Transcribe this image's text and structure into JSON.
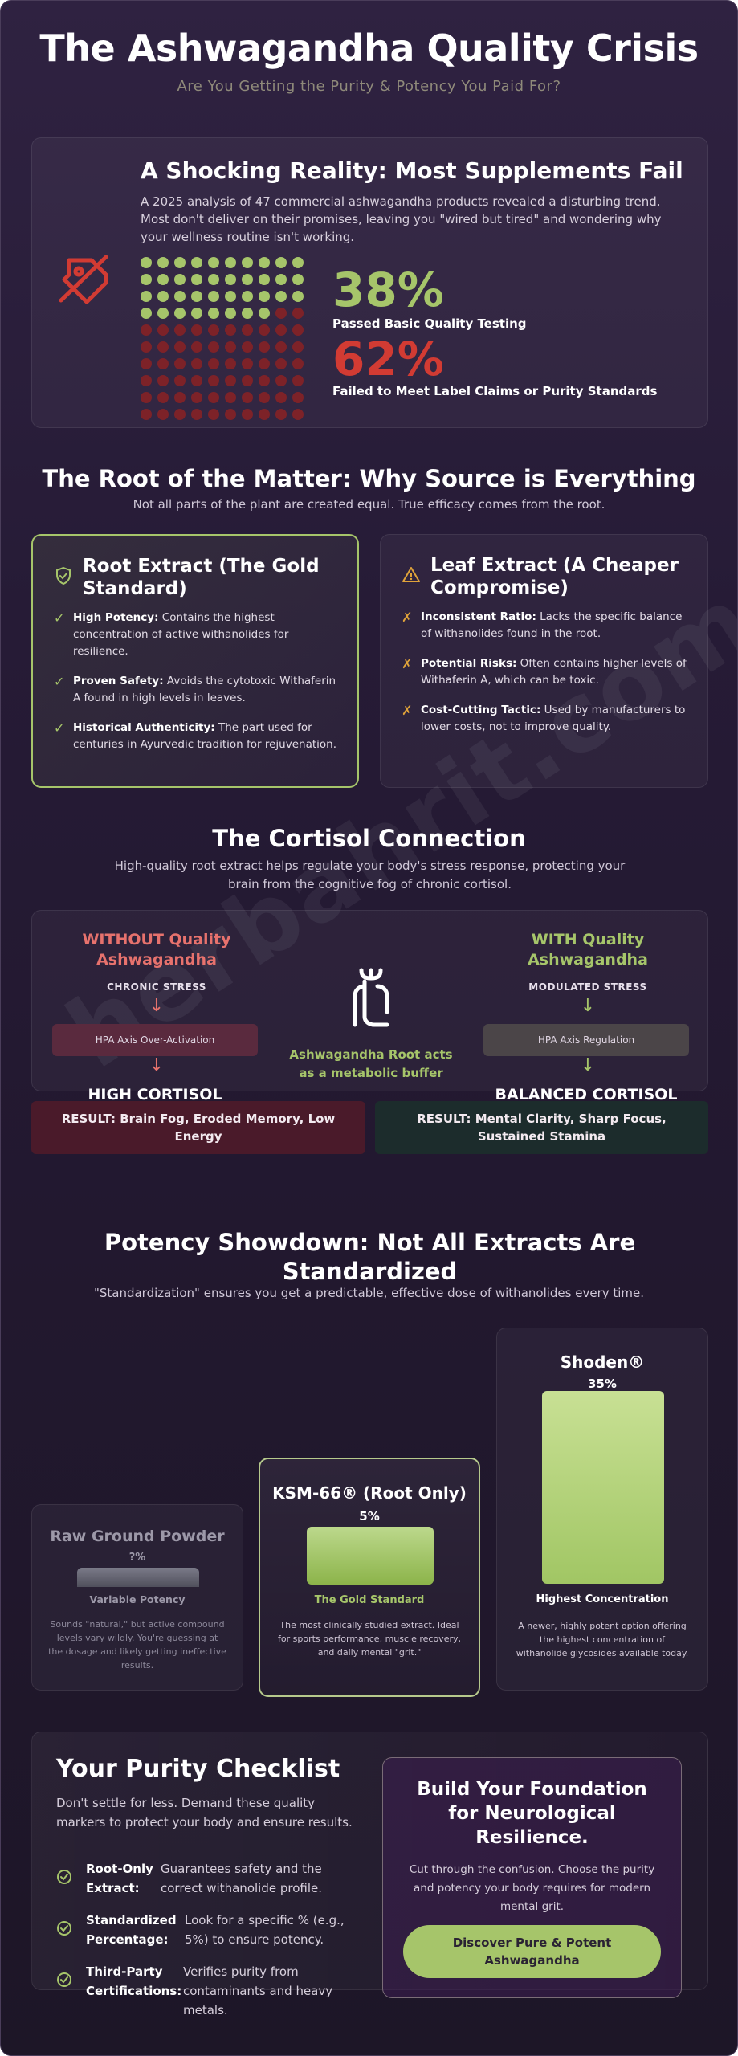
{
  "header": {
    "title": "The Ashwagandha Quality Crisis",
    "subtitle": "Are You Getting the Purity & Potency You Paid For?"
  },
  "watermark": "herbahrit.com",
  "reality": {
    "icon": "tag-slash-icon",
    "title": "A Shocking Reality: Most Supplements Fail",
    "body": "A 2025 analysis of 47 commercial ashwagandha products revealed a disturbing trend. Most don't deliver on their promises, leaving you \"wired but tired\" and wondering why your wellness routine isn't working.",
    "dot_grid": {
      "total": 100,
      "passed": 38,
      "failed": 62
    },
    "passed_pct": "38%",
    "passed_label": "Passed Basic Quality Testing",
    "failed_pct": "62%",
    "failed_label": "Failed to Meet Label Claims or Purity Standards"
  },
  "root": {
    "title": "The Root of the Matter: Why Source is Everything",
    "subtitle": "Not all parts of the plant are created equal. True efficacy comes from the root.",
    "root_card": {
      "icon": "shield-check-icon",
      "title": "Root Extract (The Gold Standard)",
      "items": [
        {
          "key": "High Potency:",
          "text": " Contains the highest concentration of active withanolides for resilience."
        },
        {
          "key": "Proven Safety:",
          "text": " Avoids the cytotoxic Withaferin A found in high levels in leaves."
        },
        {
          "key": "Historical Authenticity:",
          "text": " The part used for centuries in Ayurvedic tradition for rejuvenation."
        }
      ]
    },
    "leaf_card": {
      "icon": "warning-triangle-icon",
      "title": "Leaf Extract (A Cheaper Compromise)",
      "items": [
        {
          "key": "Inconsistent Ratio:",
          "text": " Lacks the specific balance of withanolides found in the root."
        },
        {
          "key": "Potential Risks:",
          "text": " Often contains higher levels of Withaferin A, which can be toxic."
        },
        {
          "key": "Cost-Cutting Tactic:",
          "text": " Used by manufacturers to lower costs, not to improve quality."
        }
      ]
    }
  },
  "cortisol": {
    "title": "The Cortisol Connection",
    "subtitle": "High-quality root extract helps regulate your body's stress response, protecting your brain from the cognitive fog of chronic cortisol.",
    "without": {
      "title": "WITHOUT Quality Ashwagandha",
      "stress": "CHRONIC STRESS",
      "axis": "HPA Axis Over-Activation",
      "outcome": "HIGH CORTISOL",
      "result": "RESULT: Brain Fog, Eroded Memory, Low Energy"
    },
    "middle": {
      "icon": "root-plant-icon",
      "text": "Ashwagandha Root acts as a metabolic buffer"
    },
    "with": {
      "title": "WITH Quality Ashwagandha",
      "stress": "MODULATED STRESS",
      "axis": "HPA Axis Regulation",
      "outcome": "BALANCED CORTISOL",
      "result": "RESULT: Mental Clarity, Sharp Focus, Sustained Stamina"
    },
    "arrow_glyph": "↓"
  },
  "potency": {
    "title": "Potency Showdown: Not All Extracts Are Standardized",
    "subtitle": "\"Standardization\" ensures you get a predictable, effective dose of withanolides every time.",
    "products": [
      {
        "name": "Raw Ground Powder",
        "value_label": "?%",
        "tag": "Variable Potency",
        "desc": "Sounds \"natural,\" but active compound levels vary wildly. You're guessing at the dosage and likely getting ineffective results."
      },
      {
        "name": "KSM-66® (Root Only)",
        "value_label": "5%",
        "tag": "The Gold Standard",
        "desc": "The most clinically studied extract. Ideal for sports performance, muscle recovery, and daily mental \"grit.\""
      },
      {
        "name": "Shoden®",
        "value_label": "35%",
        "tag": "Highest Concentration",
        "desc": "A newer, highly potent option offering the highest concentration of withanolide glycosides available today."
      }
    ]
  },
  "checklist": {
    "title": "Your Purity Checklist",
    "intro": "Don't settle for less. Demand these quality markers to protect your body and ensure results.",
    "items": [
      {
        "key": "Root-Only Extract:",
        "text": "Guarantees safety and the correct withanolide profile."
      },
      {
        "key": "Standardized Percentage:",
        "text": "Look for a specific % (e.g., 5%) to ensure potency."
      },
      {
        "key": "Third-Party Certifications:",
        "text": "Verifies purity from contaminants and heavy metals."
      }
    ],
    "icon": "check-circle-icon"
  },
  "cta": {
    "title": "Build Your Foundation for Neurological Resilience.",
    "body": "Cut through the confusion. Choose the purity and potency your body requires for modern mental grit.",
    "button": "Discover Pure & Potent Ashwagandha"
  },
  "colors": {
    "green": "#a6c56a",
    "red": "#d23b33",
    "pink": "#e7726d",
    "amber": "#e0a33a"
  }
}
